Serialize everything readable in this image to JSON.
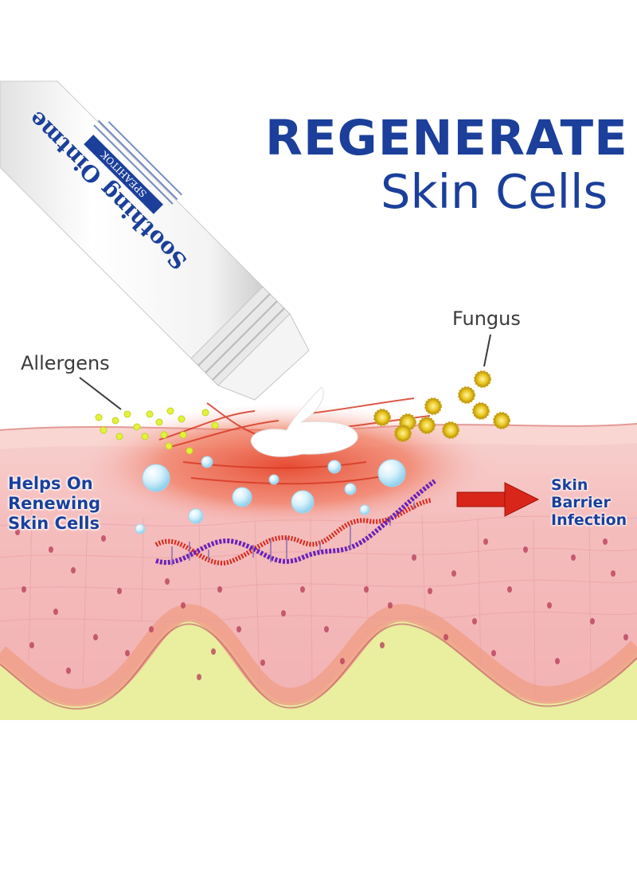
{
  "headline": {
    "line1": "REGENERATE",
    "line2": "Skin Cells"
  },
  "product": {
    "name": "Soothing Ointme",
    "badge": "SPEAHITOK"
  },
  "callouts": {
    "allergens": "Allergens",
    "fungus": "Fungus",
    "renew": [
      "Helps On",
      "Renewing",
      "Skin Cells"
    ],
    "barrier": [
      "Skin",
      "Barrier",
      "Infection"
    ]
  },
  "colors": {
    "headline": "#1b3f9a",
    "callout_text": "#3b3b3b",
    "skin_pink": "#f5bdbd",
    "inflamed": "#e6462c",
    "fat_layer": "#eaee9f",
    "allergen_dots": "#e3f23a",
    "fungus_spores": "#e8c51f",
    "dna_purple": "#6a21b8",
    "dna_red": "#d8261a",
    "arrow_red": "#d8261a"
  },
  "icons": {
    "tube": "ointment-tube-icon",
    "arrow": "right-arrow-icon",
    "dna": "dna-helix-icon"
  }
}
